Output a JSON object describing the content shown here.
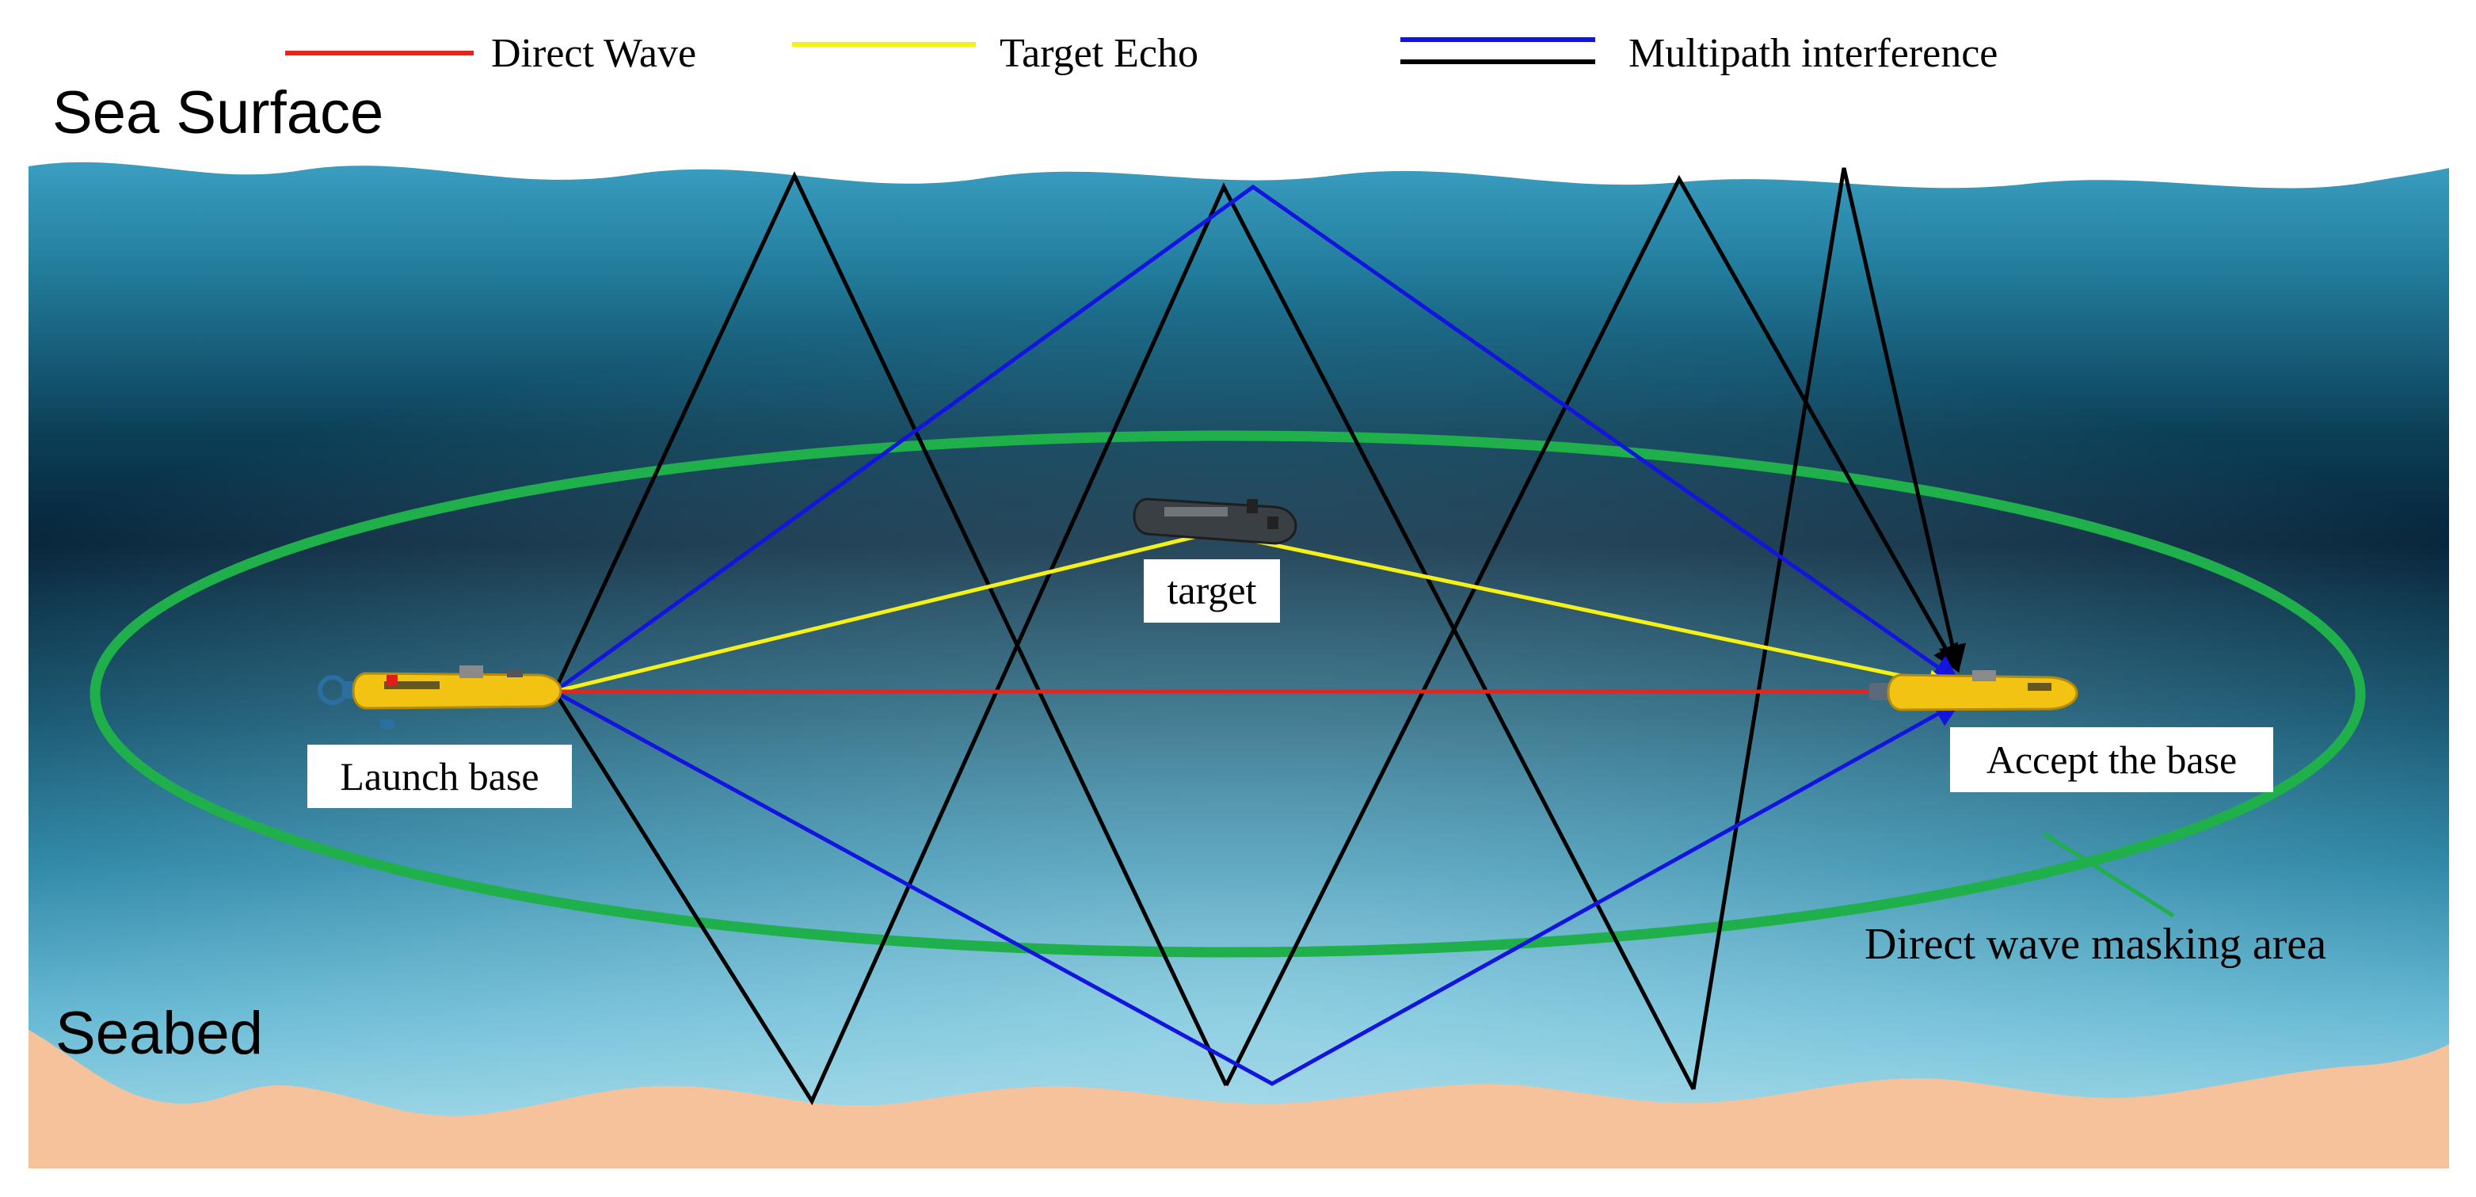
{
  "legend": {
    "items": [
      {
        "label": "Direct Wave",
        "color": "#e8231a"
      },
      {
        "label": "Target Echo",
        "color": "#f5f018"
      },
      {
        "label": "Multipath interference",
        "color": "#1414e0"
      }
    ],
    "extra_line_color": "#000000"
  },
  "labels": {
    "sea_surface": "Sea Surface",
    "seabed": "Seabed",
    "launch_base": "Launch base",
    "target": "target",
    "accept_base": "Accept the base",
    "masking_area": "Direct wave masking area"
  },
  "colors": {
    "masking_ellipse": "#1fb04b",
    "direct_wave": "#e8231a",
    "target_echo": "#f5f018",
    "blue_path": "#1414e0",
    "black_path": "#000000",
    "sand": "#f5c29c",
    "water_top": "#2a8fb0",
    "water_deep": "#082838",
    "water_bottom": "#8fd0e4",
    "vehicle": "#f2c313"
  },
  "icons": {
    "launch_vehicle": "auv-launch-icon",
    "target_vehicle": "torpedo-target-icon",
    "receiver_vehicle": "auv-receiver-icon"
  }
}
